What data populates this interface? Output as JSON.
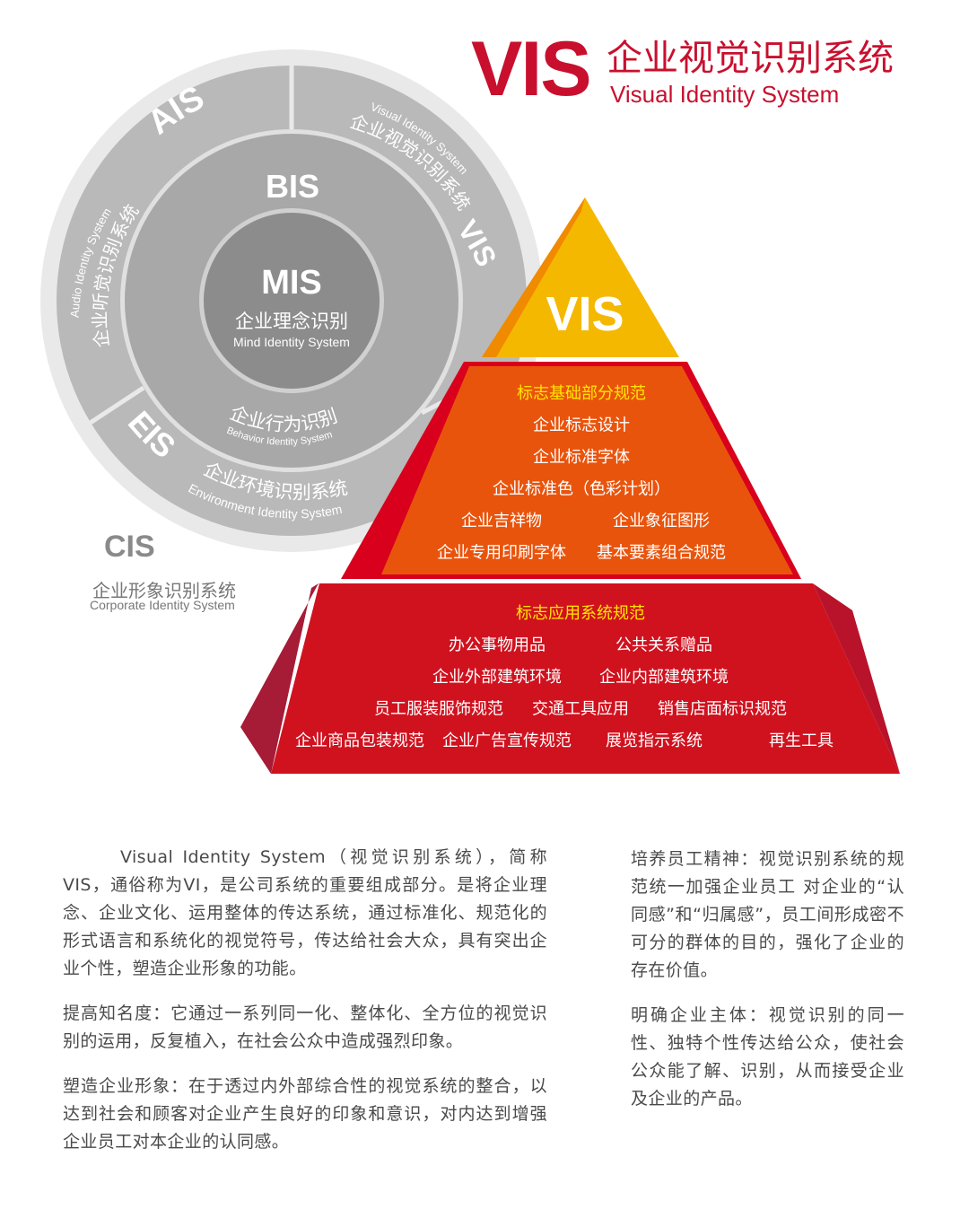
{
  "header": {
    "abbr": "VIS",
    "title_cn": "企业视觉识别系统",
    "title_en": "Visual Identity System"
  },
  "circle": {
    "mis": {
      "abbr": "MIS",
      "cn": "企业理念识别",
      "en": "Mind Identity System"
    },
    "bis": {
      "abbr": "BIS",
      "cn": "企业行为识别",
      "en": "Behavior Identity System"
    },
    "ais": {
      "abbr": "AIS",
      "cn": "企业听觉识别系统",
      "en": "Audio Identity System"
    },
    "vis": {
      "abbr": "VIS",
      "cn": "企业视觉识别系统",
      "en": "Visual Identity System"
    },
    "eis": {
      "abbr": "EIS",
      "cn": "企业环境识别系统",
      "en": "Environment Identity System"
    },
    "cis": {
      "abbr": "CIS",
      "cn": "企业形象识别系统",
      "en": "Corporate Identity System"
    }
  },
  "pyramid": {
    "top": "VIS",
    "middle": {
      "heading": "标志基础部分规范",
      "lines": [
        [
          "企业标志设计"
        ],
        [
          "企业标准字体"
        ],
        [
          "企业标准色（色彩计划）"
        ],
        [
          "企业吉祥物",
          "企业象征图形"
        ],
        [
          "企业专用印刷字体",
          "基本要素组合规范"
        ]
      ]
    },
    "bottom": {
      "heading": "标志应用系统规范",
      "lines": [
        [
          "办公事物用品",
          "公共关系赠品"
        ],
        [
          "企业外部建筑环境",
          "企业内部建筑环境"
        ],
        [
          "员工服装服饰规范",
          "交通工具应用",
          "销售店面标识规范"
        ],
        [
          "企业商品包装规范",
          "企业广告宣传规范",
          "展览指示系统",
          "再生工具"
        ]
      ]
    }
  },
  "colors": {
    "brand_red": "#c8102e",
    "pyramid_top": "#f5b800",
    "pyramid_middle": "#e9540d",
    "pyramid_bottom": "#c8102e",
    "highlight_text": "#ffe600",
    "circle_grey": "#b5b5b5"
  },
  "text": {
    "left": [
      "Visual Identity System（视觉识别系统），简称VIS，通俗称为VI，是公司系统的重要组成部分。是将企业理念、企业文化、运用整体的传达系统，通过标准化、规范化的形式语言和系统化的视觉符号，传达给社会大众，具有突出企业个性，塑造企业形象的功能。",
      "提高知名度：它通过一系列同一化、整体化、全方位的视觉识别的运用，反复植入，在社会公众中造成强烈印象。",
      "塑造企业形象：在于透过内外部综合性的视觉系统的整合，以达到社会和顾客对企业产生良好的印象和意识，对内达到增强企业员工对本企业的认同感。"
    ],
    "right": [
      "培养员工精神：视觉识别系统的规范统一加强企业员工 对企业的“认同感”和“归属感”，员工间形成密不可分的群体的目的，强化了企业的存在价值。",
      "明确企业主体：视觉识别的同一性、独特个性传达给公众，使社会公众能了解、识别，从而接受企业及企业的产品。"
    ]
  }
}
